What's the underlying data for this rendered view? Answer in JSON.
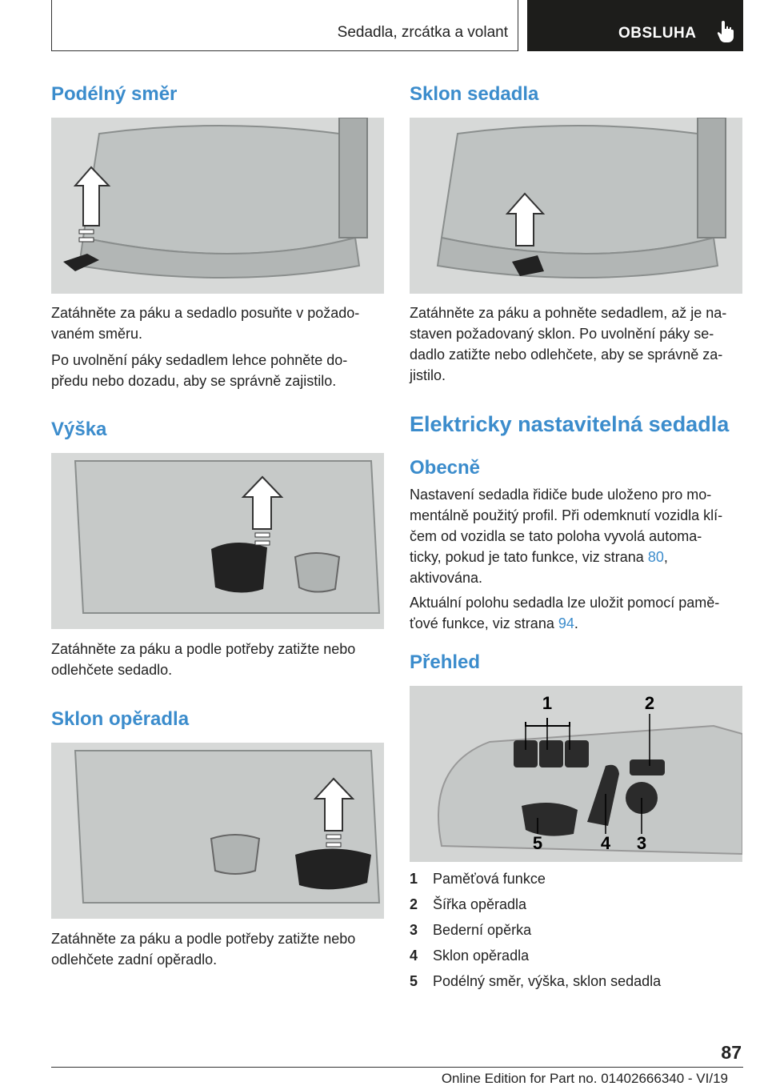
{
  "header": {
    "section": "Sedadla, zrcátka a volant",
    "chapter": "OBSLUHA"
  },
  "left": {
    "h_longitudinal": "Podélný směr",
    "p_longitudinal_1": "Zatáhněte za páku a sedadlo posuňte v požado-",
    "p_longitudinal_1b": "vaném směru.",
    "p_longitudinal_2": "Po uvolnění páky sedadlem lehce pohněte do-",
    "p_longitudinal_2b": "předu nebo dozadu, aby se správně zajistilo.",
    "h_height": "Výška",
    "p_height_1": "Zatáhněte za páku a podle potřeby zatižte nebo",
    "p_height_1b": "odlehčete sedadlo.",
    "h_backrest": "Sklon opěradla",
    "p_backrest_1": "Zatáhněte za páku a podle potřeby zatižte nebo",
    "p_backrest_1b": "odlehčete zadní opěradlo."
  },
  "right": {
    "h_tilt": "Sklon sedadla",
    "p_tilt_l1": "Zatáhněte za páku a pohněte sedadlem, až je na-",
    "p_tilt_l2": "staven požadovaný sklon. Po uvolnění páky se-",
    "p_tilt_l3": "dadlo zatižte nebo odlehčete, aby se správně za-",
    "p_tilt_l4": "jistilo.",
    "h_electric": "Elektricky nastavitelná sedadla",
    "h_general": "Obecně",
    "p_gen_l1": "Nastavení sedadla řidiče bude uloženo pro mo-",
    "p_gen_l2": "mentálně použitý profil. Při odemknutí vozidla klí-",
    "p_gen_l3": "čem od vozidla se tato poloha vyvolá automa-",
    "p_gen_l4a": "ticky, pokud je tato funkce, viz strana ",
    "p_gen_l4_link": "80",
    "p_gen_l4b": ",",
    "p_gen_l5": "aktivována.",
    "p_mem_l1": "Aktuální polohu sedadla lze uložit pomocí pamě-",
    "p_mem_l2a": "ťové funkce, viz strana ",
    "p_mem_l2_link": "94",
    "p_mem_l2b": ".",
    "h_overview": "Přehled",
    "callouts": [
      "1",
      "2",
      "3",
      "4",
      "5"
    ],
    "legend": [
      {
        "num": "1",
        "text": "Paměťová funkce"
      },
      {
        "num": "2",
        "text": "Šířka opěradla"
      },
      {
        "num": "3",
        "text": "Bederní opěrka"
      },
      {
        "num": "4",
        "text": "Sklon opěradla"
      },
      {
        "num": "5",
        "text": "Podélný směr, výška, sklon sedadla"
      }
    ]
  },
  "footer": {
    "page": "87",
    "edition": "Online Edition for Part no. 01402666340 - VI/19"
  }
}
